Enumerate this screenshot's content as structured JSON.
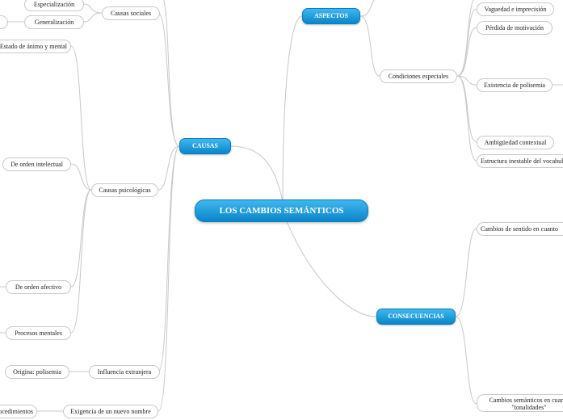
{
  "root": "LOS CAMBIOS SEMÁNTICOS",
  "main": {
    "causas": "CAUSAS",
    "aspectos": "ASPECTOS",
    "consecuencias": "CONSECUENCIAS"
  },
  "causas": {
    "sociales": "Causas sociales",
    "especializacion": "Especialización",
    "generalizacion": "Generalización",
    "psicologicas": "Causas psicológicas",
    "estado_animo": "Estado de ánimo y mental",
    "intelectual": "De orden intelectual",
    "afectivo": "De orden afectivo",
    "procesos": "Procesos mentales",
    "influencia": "Influencia extranjera",
    "polisemia": "Origina: polisemia",
    "exigencia": "Exigencia de un nuevo nombre",
    "procedimientos": "Procedimientos"
  },
  "aspectos": {
    "condiciones": "Condiciones especiales",
    "vaguedad": "Vaguedad e imprecisión",
    "perdida": "Pérdida de motivación",
    "existencia": "Existencia de polisemia",
    "ambiguedad": "Ambigüedad contextual",
    "estructura": "Estructura inestable del vocabulario"
  },
  "consecuencias": {
    "cambios_sentido": "Cambios de sentido en cuanto",
    "cambios_semanticos_1": "Cambios semánticos en cuanto",
    "cambios_semanticos_2": "\"tonalidades\""
  },
  "colors": {
    "hub_top": "#3fb6ef",
    "hub_bottom": "#0a86c9",
    "link": "#c8c8c8"
  }
}
